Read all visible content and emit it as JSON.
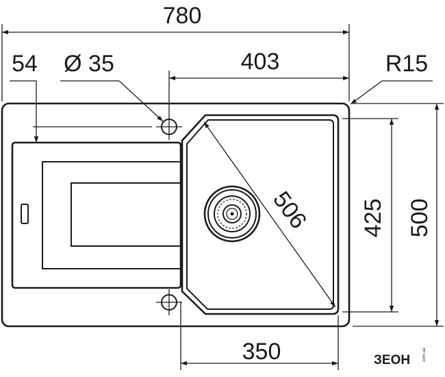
{
  "dimensions": {
    "overall_width": "780",
    "hole_offset": "54",
    "hole_diameter": "Ø 35",
    "bowl_width_top": "403",
    "corner_radius": "R15",
    "diagonal": "506",
    "bowl_depth": "425",
    "overall_depth": "500",
    "bowl_width_bottom": "350"
  },
  "logo": {
    "text": "ЗЕОН",
    "sub": ".com.ua"
  }
}
